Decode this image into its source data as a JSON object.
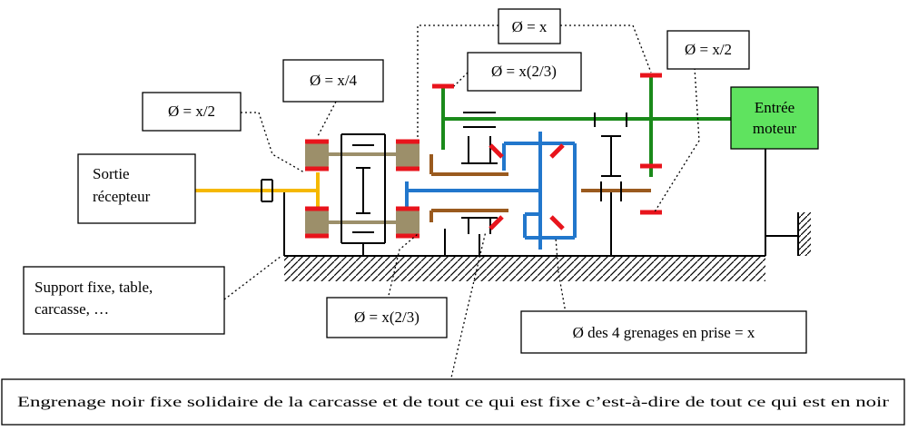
{
  "labels": {
    "d_x_top": "Ø = x",
    "d_x2_right": "Ø = x/2",
    "d_x23_top": "Ø = x(2/3)",
    "d_x4": "Ø = x/4",
    "d_x2_left": "Ø = x/2",
    "d_x23_bottom": "Ø = x(2/3)",
    "engagements": "Ø des 4 grenages en prise = x",
    "output_line1": "Sortie",
    "output_line2": "récepteur",
    "input_line1": "Entrée",
    "input_line2": "moteur",
    "support_line1": "Support fixe, table,",
    "support_line2": "carcasse, …",
    "bottom_note": "Engrenage noir fixe solidaire de la carcasse et de tout ce qui est fixe c’est-à-dire de tout ce qui est en noir"
  },
  "colors": {
    "yellow_shaft": "#f5b800",
    "green_shaft": "#1a8a1a",
    "blue_shaft": "#2277cc",
    "brown_arm": "#9a5a1e",
    "khaki_planet": "#9c8f6a",
    "gear_red": "#e8141c",
    "motor_box": "#5fe35f"
  }
}
